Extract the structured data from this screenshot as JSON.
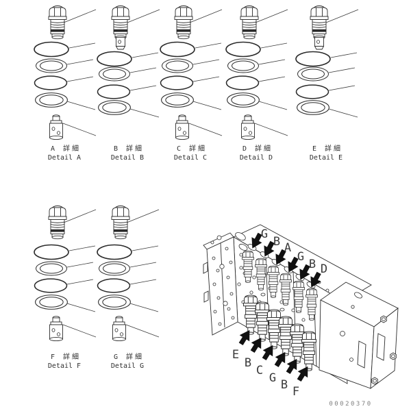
{
  "page": {
    "part_number": "00020370",
    "background": "#ffffff"
  },
  "details": [
    {
      "id": "A",
      "label_jp": "A 詳細",
      "label_en": "Detail A"
    },
    {
      "id": "B",
      "label_jp": "B 詳細",
      "label_en": "Detail B"
    },
    {
      "id": "C",
      "label_jp": "C 詳細",
      "label_en": "Detail C"
    },
    {
      "id": "D",
      "label_jp": "D 詳細",
      "label_en": "Detail D"
    },
    {
      "id": "E",
      "label_jp": "E 詳細",
      "label_en": "Detail E"
    },
    {
      "id": "F",
      "label_jp": "F 詳細",
      "label_en": "Detail F"
    },
    {
      "id": "G",
      "label_jp": "G 詳細",
      "label_en": "Detail G"
    }
  ],
  "assembly": {
    "top_arrows": [
      "G",
      "B",
      "A",
      "G",
      "B",
      "D"
    ],
    "bottom_arrows": [
      "E",
      "B",
      "C",
      "G",
      "B",
      "F"
    ]
  },
  "colors": {
    "line": "#2b2b2b",
    "arrow": "#111111",
    "text": "#3a3a3a",
    "part_number": "#808080"
  }
}
